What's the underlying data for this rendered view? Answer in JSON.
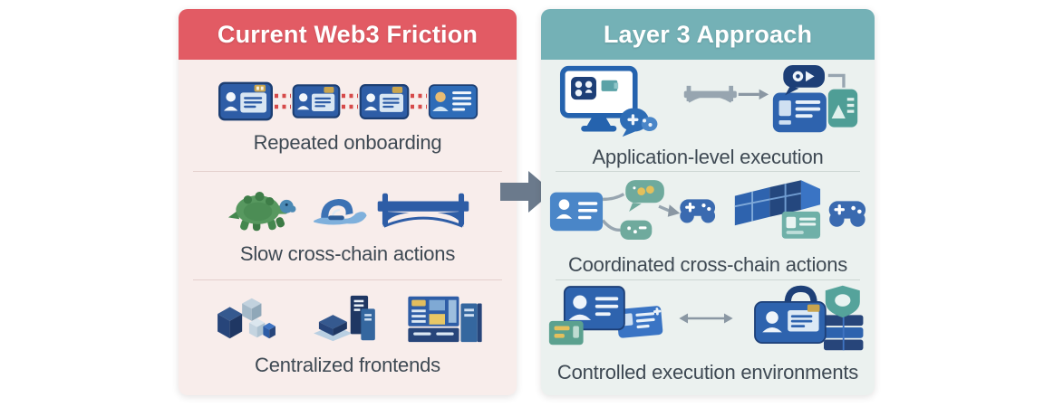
{
  "diagram": {
    "flow_arrow": {
      "icon": "right-arrow-icon",
      "color": "#6b7a8c"
    },
    "text_color": "#3e4953"
  },
  "left_panel": {
    "title": "Current Web3 Friction",
    "header_color": "#e25b64",
    "body_color": "#f8edeb",
    "divider_color": "#e4cfcc",
    "rows": [
      {
        "label": "Repeated onboarding",
        "icons": [
          "id-card-icon",
          "dashed-link-icon",
          "id-card-icon",
          "dashed-link-icon",
          "id-card-icon",
          "dashed-link-icon",
          "id-card-alt-icon"
        ]
      },
      {
        "label": "Slow cross-chain actions",
        "icons": [
          "turtle-icon",
          "snail-icon",
          "bridge-icon"
        ]
      },
      {
        "label": "Centralized frontends",
        "icons": [
          "blocks-cluster-icon",
          "block-on-pallet-server-icon",
          "server-console-icon"
        ]
      }
    ]
  },
  "right_panel": {
    "title": "Layer 3 Approach",
    "header_color": "#74b1b6",
    "body_color": "#ebf1ef",
    "divider_color": "#ccd6d3",
    "rows": [
      {
        "label": "Application-level execution",
        "icons": [
          "app-monitor-chat-icon",
          "bridge-arrow-to-app-cards-icon"
        ]
      },
      {
        "label": "Coordinated cross-chain actions",
        "icons": [
          "id-card-messages-to-controller-icon",
          "wallet-id-card-controller-icon"
        ]
      },
      {
        "label": "Controlled execution environments",
        "icons": [
          "id-cards-group-icon",
          "double-arrow-icon",
          "locked-id-shield-server-icon"
        ]
      }
    ]
  }
}
